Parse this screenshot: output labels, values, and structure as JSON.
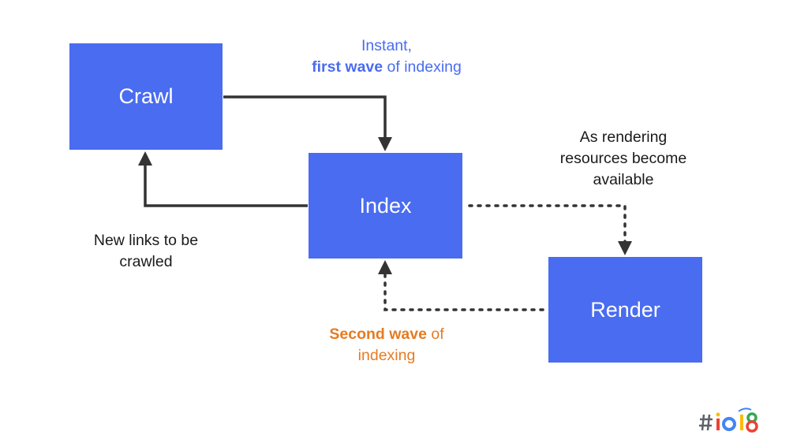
{
  "nodes": {
    "crawl": "Crawl",
    "index": "Index",
    "render": "Render"
  },
  "labels": {
    "first_wave": {
      "line1": "Instant,",
      "bold": "first wave",
      "rest": " of indexing"
    },
    "as_rendering": {
      "line1": "As rendering",
      "line2": "resources become",
      "line3": "available"
    },
    "new_links": {
      "line1": "New links to be",
      "line2": "crawled"
    },
    "second_wave": {
      "bold": "Second wave",
      "rest": " of",
      "line2": "indexing"
    }
  },
  "logo": {
    "text": "#io18"
  },
  "colors": {
    "box": "#4a6cf0",
    "first_wave_text": "#4a6cf0",
    "second_wave_text": "#e67b22",
    "arrow": "#333333"
  }
}
